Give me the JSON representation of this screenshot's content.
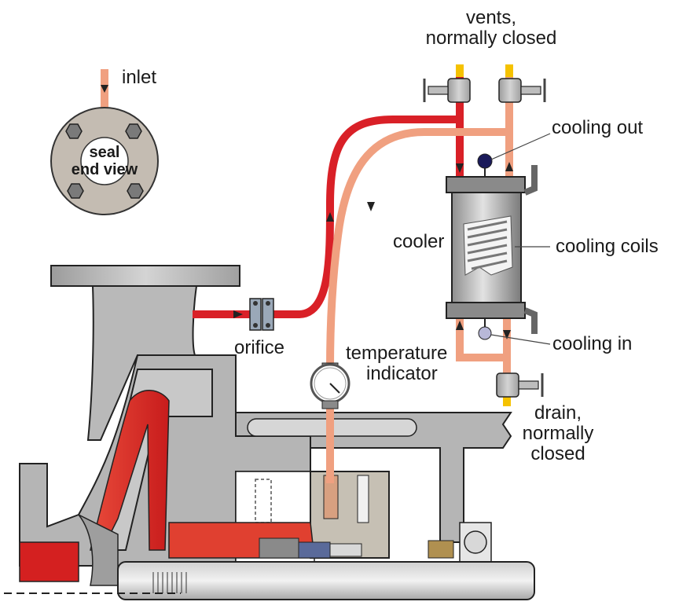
{
  "labels": {
    "inlet": "inlet",
    "seal_end_view_line1": "seal",
    "seal_end_view_line2": "end view",
    "vents_line1": "vents,",
    "vents_line2": "normally closed",
    "cooling_out": "cooling out",
    "cooler": "cooler",
    "cooling_coils": "cooling coils",
    "orifice": "orifice",
    "temperature_line1": "temperature",
    "temperature_line2": "indicator",
    "cooling_in": "cooling in",
    "drain_line1": "drain,",
    "drain_line2": "normally",
    "drain_line3": "closed"
  },
  "colors": {
    "hot_line": "#d92027",
    "cool_line": "#f0a080",
    "metal": "#b8b8b8",
    "metal_dark": "#8a8a8a",
    "outline": "#222222",
    "vent_tip": "#f5c200",
    "hot_fluid": "#e03030"
  }
}
